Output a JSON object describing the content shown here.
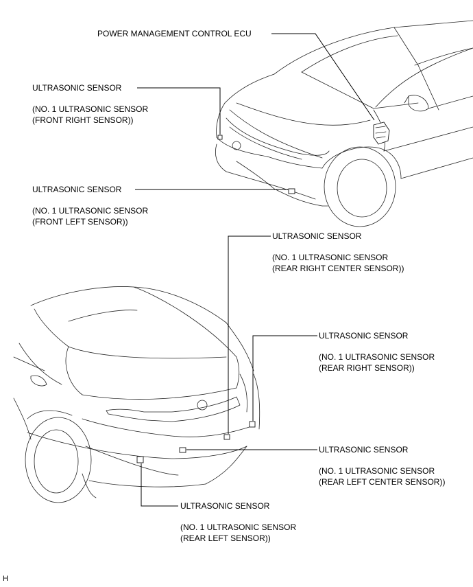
{
  "callouts": {
    "ecu": {
      "title": "POWER MANAGEMENT CONTROL ECU"
    },
    "front_right": {
      "title": "ULTRASONIC SENSOR",
      "sub1": "(NO. 1 ULTRASONIC SENSOR",
      "sub2": "(FRONT RIGHT SENSOR))"
    },
    "front_left": {
      "title": "ULTRASONIC SENSOR",
      "sub1": "(NO. 1 ULTRASONIC SENSOR",
      "sub2": "(FRONT LEFT SENSOR))"
    },
    "rear_right_center": {
      "title": "ULTRASONIC SENSOR",
      "sub1": "(NO. 1 ULTRASONIC SENSOR",
      "sub2": "(REAR RIGHT CENTER SENSOR))"
    },
    "rear_right": {
      "title": "ULTRASONIC SENSOR",
      "sub1": "(NO. 1 ULTRASONIC SENSOR",
      "sub2": "(REAR RIGHT SENSOR))"
    },
    "rear_left_center": {
      "title": "ULTRASONIC SENSOR",
      "sub1": "(NO. 1 ULTRASONIC SENSOR",
      "sub2": "(REAR LEFT CENTER SENSOR))"
    },
    "rear_left": {
      "title": "ULTRASONIC SENSOR",
      "sub1": "(NO. 1 ULTRASONIC SENSOR",
      "sub2": "(REAR LEFT SENSOR))"
    }
  },
  "figure_code": "H"
}
